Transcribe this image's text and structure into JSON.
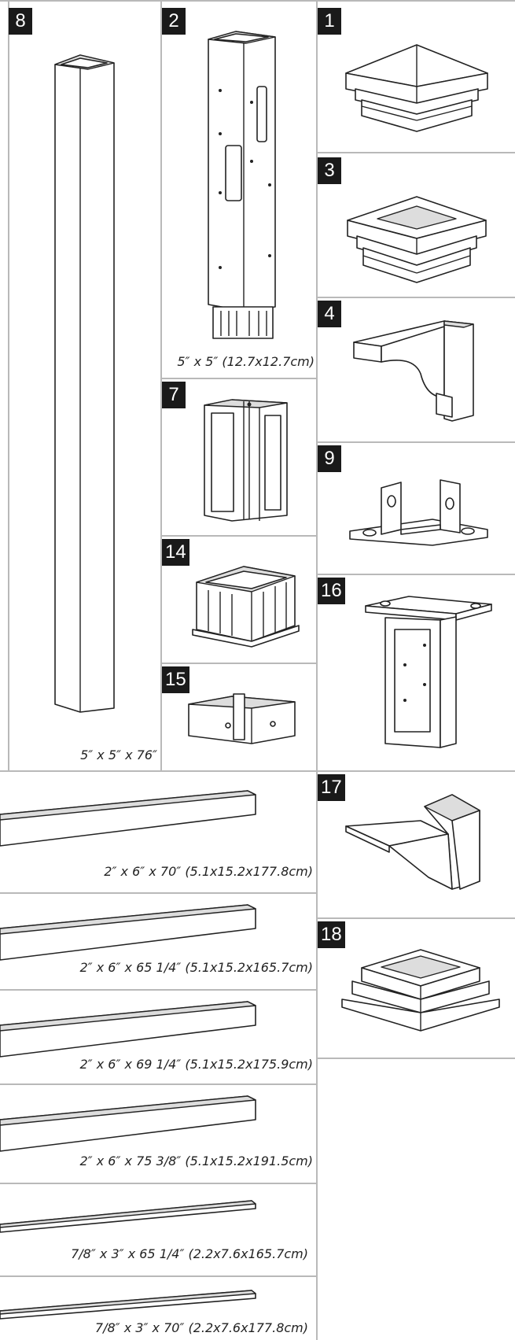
{
  "parts": {
    "p8": {
      "number": "8",
      "dimension": "5″ x 5″ x 76″"
    },
    "p2": {
      "number": "2",
      "dimension": "5″ x 5″  (12.7x12.7cm)"
    },
    "p1": {
      "number": "1"
    },
    "p3": {
      "number": "3"
    },
    "p4": {
      "number": "4"
    },
    "p7": {
      "number": "7"
    },
    "p9": {
      "number": "9"
    },
    "p14": {
      "number": "14"
    },
    "p16": {
      "number": "16"
    },
    "p15": {
      "number": "15"
    },
    "p17": {
      "number": "17"
    },
    "p18": {
      "number": "18"
    }
  },
  "rails": [
    {
      "dimension": "2″ x 6″ x 70″ (5.1x15.2x177.8cm)"
    },
    {
      "dimension": "2″ x 6″ x 65 1/4″ (5.1x15.2x165.7cm)"
    },
    {
      "dimension": "2″ x 6″ x 69 1/4″ (5.1x15.2x175.9cm)"
    },
    {
      "dimension": "2″ x 6″ x  75 3/8″ (5.1x15.2x191.5cm)"
    },
    {
      "dimension": "7/8″ x 3″ x 65 1/4″ (2.2x7.6x165.7cm)"
    },
    {
      "dimension": "7/8″ x 3″ x 70″ (2.2x7.6x177.8cm)"
    }
  ],
  "colors": {
    "badge": "#1a1a1a",
    "grid_line": "#b9b9b9"
  }
}
